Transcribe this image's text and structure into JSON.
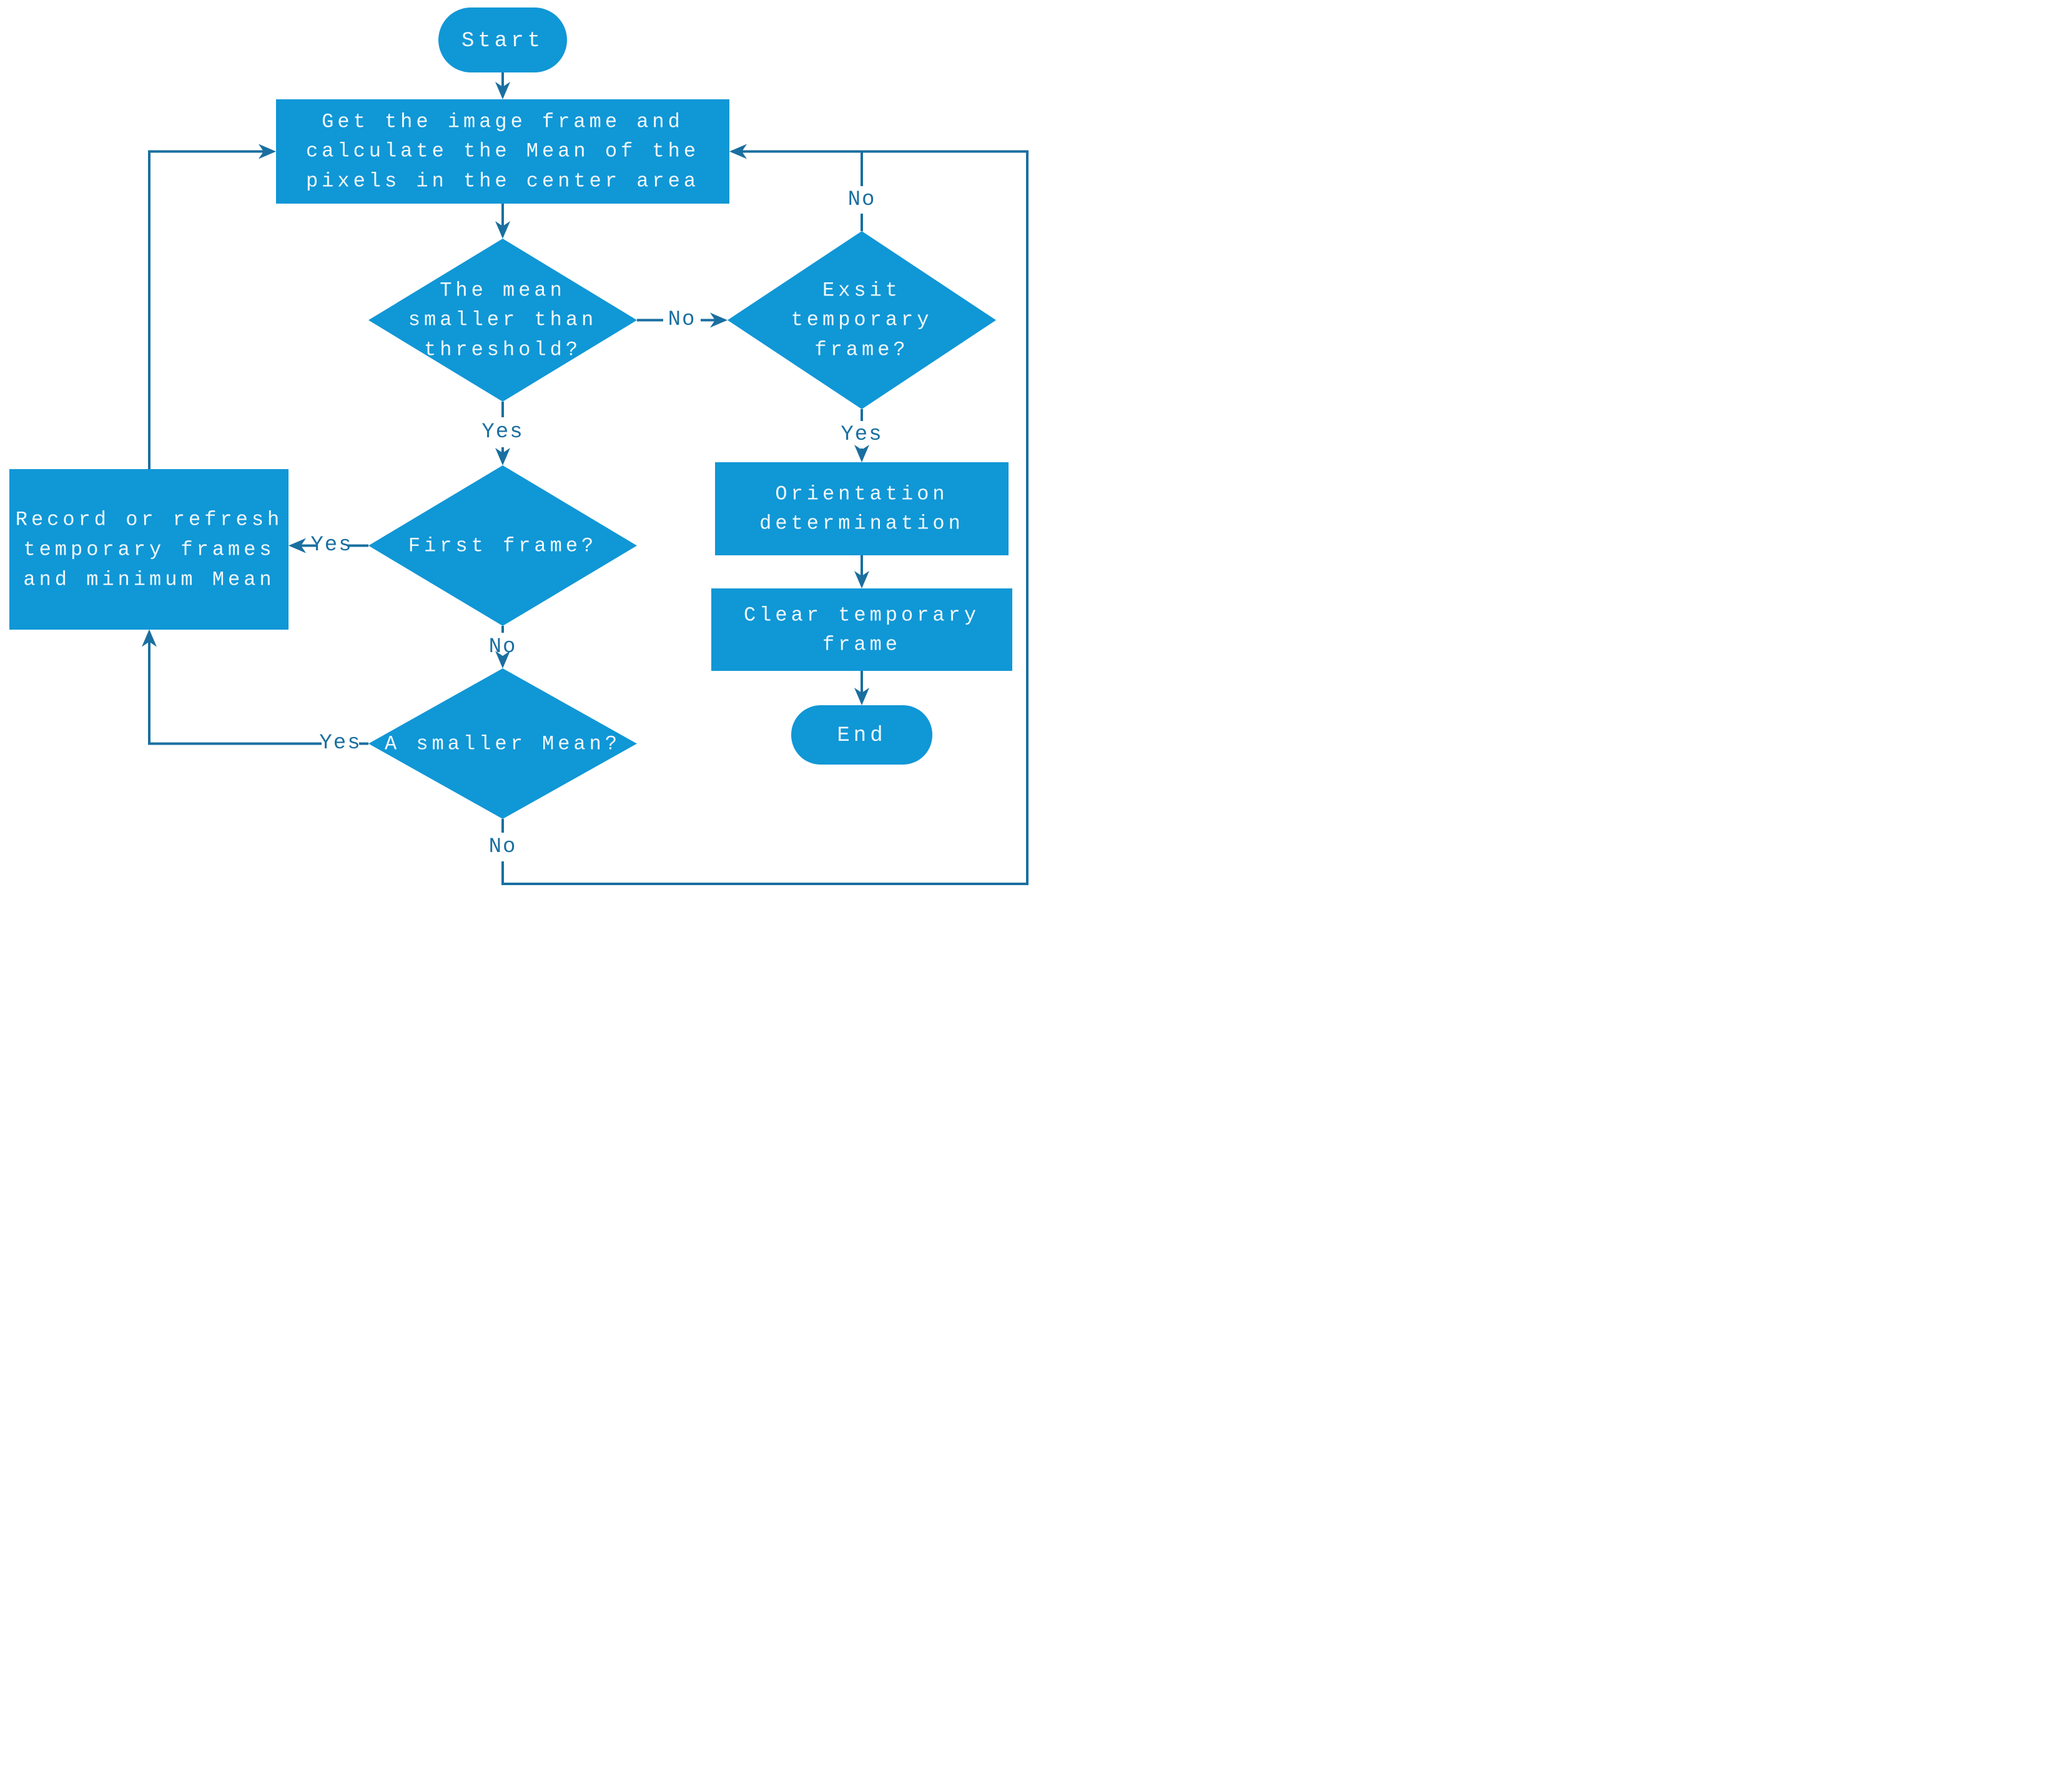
{
  "diagram": {
    "title": "Flowchart",
    "colors": {
      "node_fill": "#1097d6",
      "node_text": "#f2f9fd",
      "connector": "#1a6fa0",
      "edge_label_text": "#1a6fa0",
      "background": "#ffffff"
    },
    "nodes": {
      "start": {
        "label": "Start"
      },
      "get_frame": {
        "lines": [
          "Get the image frame and",
          "calculate the Mean of the",
          "pixels in the center area"
        ]
      },
      "mean_threshold": {
        "lines": [
          "The mean",
          "smaller than",
          "threshold?"
        ]
      },
      "exsit_frame": {
        "lines": [
          "Exsit",
          "temporary",
          "frame?"
        ]
      },
      "first_frame": {
        "label": "First frame?"
      },
      "record_refresh": {
        "lines": [
          "Record or refresh",
          "temporary frames",
          "and minimum Mean"
        ]
      },
      "smaller_mean": {
        "label": "A smaller Mean?"
      },
      "orientation": {
        "lines": [
          "Orientation",
          "determination"
        ]
      },
      "clear_frame": {
        "lines": [
          "Clear temporary",
          "frame"
        ]
      },
      "end": {
        "label": "End"
      }
    },
    "edge_labels": {
      "mean_threshold_yes": "Yes",
      "mean_threshold_no": "No",
      "exsit_no": "No",
      "exsit_yes": "Yes",
      "first_frame_yes": "Yes",
      "first_frame_no": "No",
      "smaller_mean_yes": "Yes",
      "smaller_mean_no": "No"
    }
  }
}
